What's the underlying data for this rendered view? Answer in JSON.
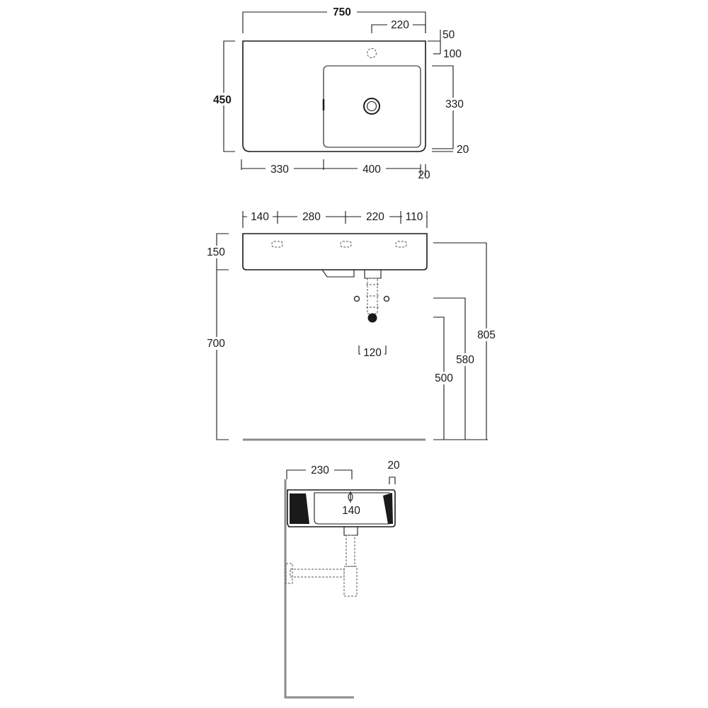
{
  "top_view": {
    "total_width": "750",
    "tap_offset": "220",
    "tap_from_back": "50",
    "bowl_from_back": "100",
    "bowl_depth": "330",
    "bowl_front_gap": "20",
    "total_depth": "450",
    "shelf_width": "330",
    "bowl_width": "400",
    "side_gap": "20"
  },
  "front_view": {
    "hole_spacing_1": "140",
    "hole_spacing_2": "280",
    "hole_spacing_3": "220",
    "hole_spacing_4": "110",
    "basin_height": "150",
    "mount_height": "700",
    "fixing_width": "120",
    "height_805": "805",
    "height_580": "580",
    "height_500": "500"
  },
  "side_view": {
    "depth_230": "230",
    "rim_20": "20",
    "waste_140": "140"
  }
}
